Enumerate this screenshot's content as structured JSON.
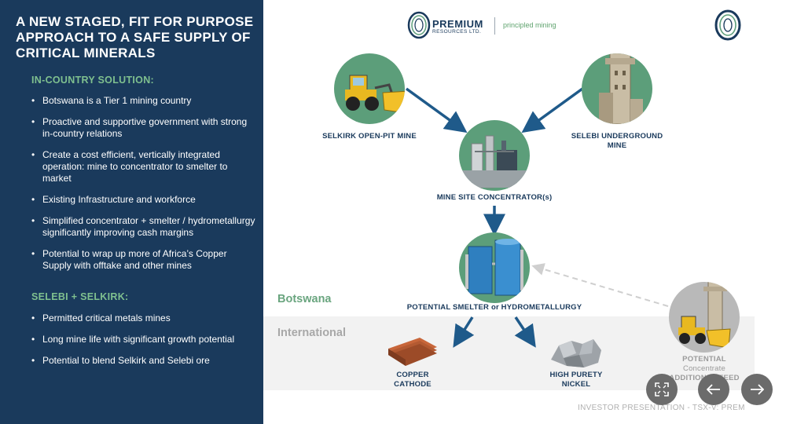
{
  "slide": {
    "title": "A NEW STAGED, FIT FOR PURPOSE APPROACH TO A SAFE SUPPLY OF CRITICAL MINERALS",
    "sections": [
      {
        "heading": "IN-COUNTRY SOLUTION:",
        "bullets": [
          "Botswana is a Tier 1 mining country",
          "Proactive and supportive government with strong in-country relations",
          "Create a cost efficient, vertically integrated operation: mine to concentrator to smelter to market",
          "Existing Infrastructure and workforce",
          "Simplified concentrator + smelter / hydrometallurgy significantly improving cash margins",
          "Potential to wrap up more of Africa’s Copper Supply with offtake and other mines"
        ]
      },
      {
        "heading": "SELEBI + SELKIRK:",
        "bullets": [
          "Permitted critical metals mines",
          "Long mine life with significant growth potential",
          "Potential to blend Selkirk and Selebi ore"
        ]
      }
    ]
  },
  "branding": {
    "company_name": "PREMIUM",
    "company_sub": "RESOURCES LTD.",
    "tagline": "principled mining"
  },
  "regions": {
    "botswana": "Botswana",
    "international": "International"
  },
  "diagram": {
    "nodes": {
      "selkirk": "SELKIRK OPEN-PIT MINE",
      "selebi_line1": "SELEBI UNDERGROUND",
      "selebi_line2": "MINE",
      "concentrator": "MINE SITE CONCENTRATOR(s)",
      "smelter": "POTENTIAL SMELTER or HYDROMETALLURGY",
      "copper_line1": "COPPER",
      "copper_line2": "CATHODE",
      "nickel_line1": "HIGH PURETY",
      "nickel_line2": "NICKEL",
      "potential_line1": "POTENTIAL",
      "potential_line2": "Concentrate",
      "potential_line3": "ADDITIONAL FEED"
    }
  },
  "footer": "INVESTOR PRESENTATION - TSX-V: PREM",
  "colors": {
    "panel": "#1a3a5c",
    "accent_green": "#7fc08f",
    "node_green": "#5c9e7a",
    "arrow_blue": "#1f5a8a"
  },
  "icons": {
    "fullscreen": "fullscreen-icon",
    "previous": "arrow-left-icon",
    "next": "arrow-right-icon"
  }
}
